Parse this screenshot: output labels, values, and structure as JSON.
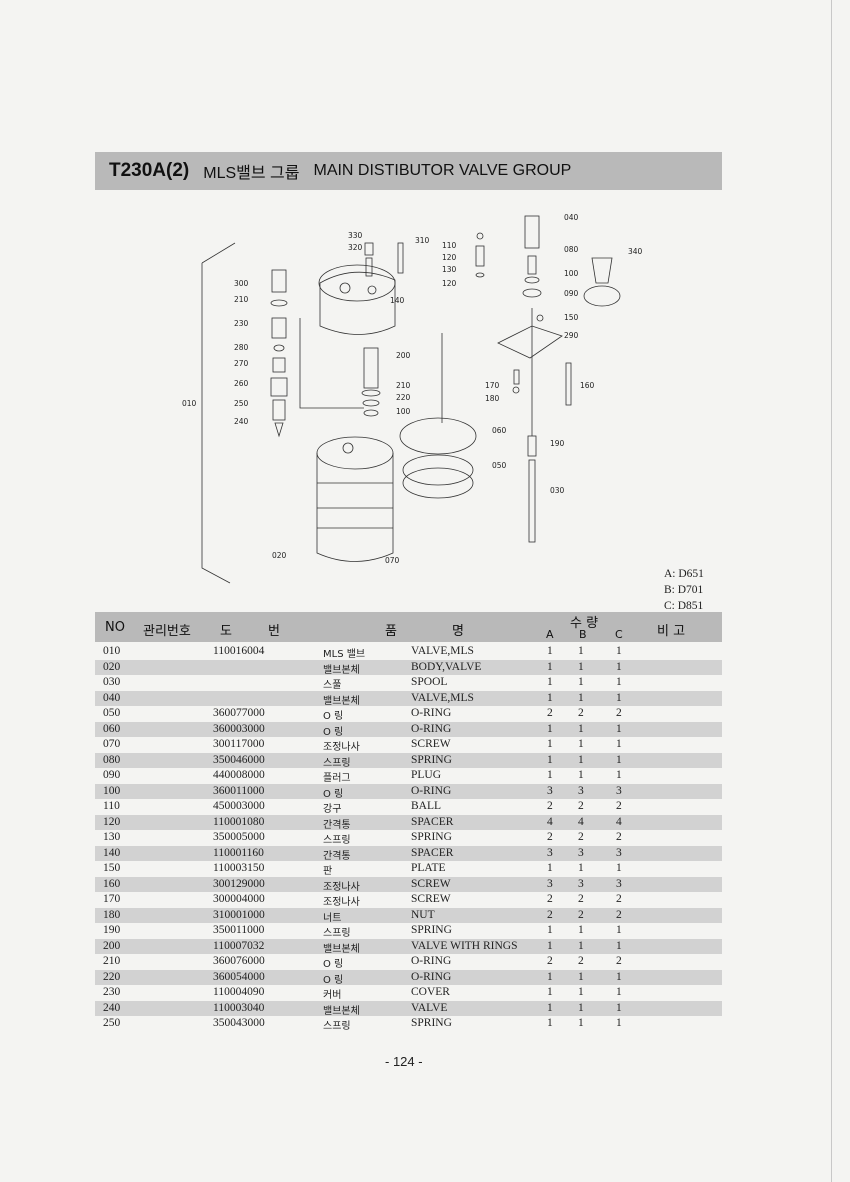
{
  "header": {
    "code": "T230A(2)",
    "korean": "MLS밸브 그룹",
    "english": "MAIN DISTIBUTOR VALVE GROUP"
  },
  "diagram_labels": [
    "330",
    "320",
    "310",
    "110",
    "120",
    "130",
    "120",
    "040",
    "080",
    "340",
    "100",
    "090",
    "300",
    "210",
    "230",
    "140",
    "150",
    "290",
    "280",
    "200",
    "270",
    "260",
    "210",
    "220",
    "100",
    "170",
    "180",
    "160",
    "010",
    "250",
    "240",
    "060",
    "190",
    "050",
    "030",
    "020",
    "070"
  ],
  "legend": [
    "A: D651",
    "B: D701",
    "C: D851"
  ],
  "columns": {
    "no": "NO",
    "part_no": "관리번호",
    "do": "도",
    "beon": "번",
    "pum": "품",
    "myeong": "명",
    "qty": "수 량",
    "a": "A",
    "b": "B",
    "c": "C",
    "bigo": "비 고"
  },
  "rows": [
    {
      "no": "010",
      "part": "110016004",
      "ko": "MLS 밸브",
      "en": "VALVE,MLS",
      "a": "1",
      "b": "1",
      "c": "1"
    },
    {
      "no": "020",
      "part": "",
      "ko": "밸브본체",
      "en": "BODY,VALVE",
      "a": "1",
      "b": "1",
      "c": "1"
    },
    {
      "no": "030",
      "part": "",
      "ko": "스풀",
      "en": "SPOOL",
      "a": "1",
      "b": "1",
      "c": "1"
    },
    {
      "no": "040",
      "part": "",
      "ko": "밸브본체",
      "en": "VALVE,MLS",
      "a": "1",
      "b": "1",
      "c": "1"
    },
    {
      "no": "050",
      "part": "360077000",
      "ko": "O 링",
      "en": "O-RING",
      "a": "2",
      "b": "2",
      "c": "2"
    },
    {
      "no": "060",
      "part": "360003000",
      "ko": "O 링",
      "en": "O-RING",
      "a": "1",
      "b": "1",
      "c": "1"
    },
    {
      "no": "070",
      "part": "300117000",
      "ko": "조정나사",
      "en": "SCREW",
      "a": "1",
      "b": "1",
      "c": "1"
    },
    {
      "no": "080",
      "part": "350046000",
      "ko": "스프링",
      "en": "SPRING",
      "a": "1",
      "b": "1",
      "c": "1"
    },
    {
      "no": "090",
      "part": "440008000",
      "ko": "플러그",
      "en": "PLUG",
      "a": "1",
      "b": "1",
      "c": "1"
    },
    {
      "no": "100",
      "part": "360011000",
      "ko": "O 링",
      "en": "O-RING",
      "a": "3",
      "b": "3",
      "c": "3"
    },
    {
      "no": "110",
      "part": "450003000",
      "ko": "강구",
      "en": "BALL",
      "a": "2",
      "b": "2",
      "c": "2"
    },
    {
      "no": "120",
      "part": "110001080",
      "ko": "간격통",
      "en": "SPACER",
      "a": "4",
      "b": "4",
      "c": "4"
    },
    {
      "no": "130",
      "part": "350005000",
      "ko": "스프링",
      "en": "SPRING",
      "a": "2",
      "b": "2",
      "c": "2"
    },
    {
      "no": "140",
      "part": "110001160",
      "ko": "간격통",
      "en": "SPACER",
      "a": "3",
      "b": "3",
      "c": "3"
    },
    {
      "no": "150",
      "part": "110003150",
      "ko": "판",
      "en": "PLATE",
      "a": "1",
      "b": "1",
      "c": "1"
    },
    {
      "no": "160",
      "part": "300129000",
      "ko": "조정나사",
      "en": "SCREW",
      "a": "3",
      "b": "3",
      "c": "3"
    },
    {
      "no": "170",
      "part": "300004000",
      "ko": "조정나사",
      "en": "SCREW",
      "a": "2",
      "b": "2",
      "c": "2"
    },
    {
      "no": "180",
      "part": "310001000",
      "ko": "너트",
      "en": "NUT",
      "a": "2",
      "b": "2",
      "c": "2"
    },
    {
      "no": "190",
      "part": "350011000",
      "ko": "스프링",
      "en": "SPRING",
      "a": "1",
      "b": "1",
      "c": "1"
    },
    {
      "no": "200",
      "part": "110007032",
      "ko": "밸브본체",
      "en": "VALVE WITH RINGS",
      "a": "1",
      "b": "1",
      "c": "1"
    },
    {
      "no": "210",
      "part": "360076000",
      "ko": "O 링",
      "en": "O-RING",
      "a": "2",
      "b": "2",
      "c": "2"
    },
    {
      "no": "220",
      "part": "360054000",
      "ko": "O 링",
      "en": "O-RING",
      "a": "1",
      "b": "1",
      "c": "1"
    },
    {
      "no": "230",
      "part": "110004090",
      "ko": "커버",
      "en": "COVER",
      "a": "1",
      "b": "1",
      "c": "1"
    },
    {
      "no": "240",
      "part": "110003040",
      "ko": "밸브본체",
      "en": "VALVE",
      "a": "1",
      "b": "1",
      "c": "1"
    },
    {
      "no": "250",
      "part": "350043000",
      "ko": "스프링",
      "en": "SPRING",
      "a": "1",
      "b": "1",
      "c": "1"
    }
  ],
  "page_number": "- 124 -"
}
